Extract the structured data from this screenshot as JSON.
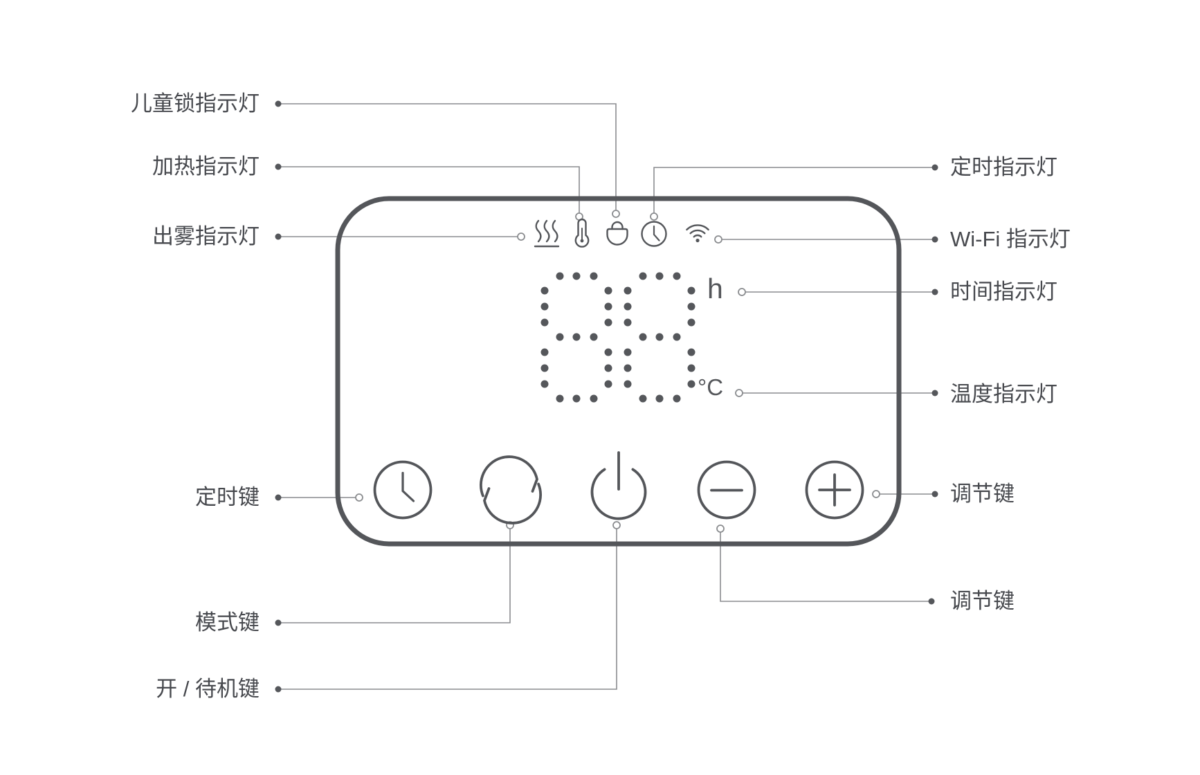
{
  "diagram": {
    "display": {
      "value": "88",
      "hour_unit": "h",
      "temp_unit": "°C"
    },
    "labels_left": [
      {
        "text": "儿童锁指示灯"
      },
      {
        "text": "加热指示灯"
      },
      {
        "text": "出雾指示灯"
      },
      {
        "text": "定时键"
      },
      {
        "text": "模式键"
      },
      {
        "text": "开 / 待机键"
      }
    ],
    "labels_right": [
      {
        "text": "定时指示灯"
      },
      {
        "text": "Wi-Fi 指示灯"
      },
      {
        "text": "时间指示灯"
      },
      {
        "text": "温度指示灯"
      },
      {
        "text": "调节键"
      },
      {
        "text": "调节键"
      }
    ],
    "icons": {
      "indicators": [
        "mist-icon",
        "thermometer-icon",
        "lock-icon",
        "clock-icon",
        "wifi-icon"
      ],
      "buttons": [
        "timer-button",
        "mode-button",
        "power-button",
        "minus-button",
        "plus-button"
      ]
    },
    "colors": {
      "stroke": "#54565A",
      "leader": "#8A8C8F",
      "dot": "#55575B",
      "text": "#47494E"
    }
  }
}
